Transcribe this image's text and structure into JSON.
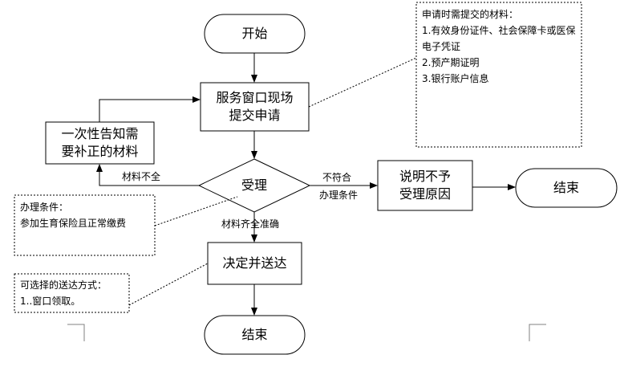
{
  "nodes": {
    "start": "开始",
    "submit": "服务窗口现场\n提交申请",
    "notify": "一次性告知需\n要补正的材料",
    "accept": "受理",
    "explain": "说明不予\n受理原因",
    "end_right": "结束",
    "decide": "决定并送达",
    "end_bottom": "结束"
  },
  "edge_labels": {
    "incomplete": "材料不全",
    "not_meet_1": "不符合",
    "not_meet_2": "办理条件",
    "complete": "材料齐全准确"
  },
  "notes": {
    "materials": {
      "title": "申请时需提交的材料：",
      "lines": [
        "1.有效身份证件、社会保障卡或医保电子凭证",
        "2.预产期证明",
        "3.银行账户信息"
      ]
    },
    "conditions": {
      "title": "办理条件：",
      "lines": [
        "参加生育保险且正常缴费"
      ]
    },
    "delivery": {
      "title": "可选择的送达方式：",
      "lines": [
        "1..窗口领取。"
      ]
    }
  }
}
